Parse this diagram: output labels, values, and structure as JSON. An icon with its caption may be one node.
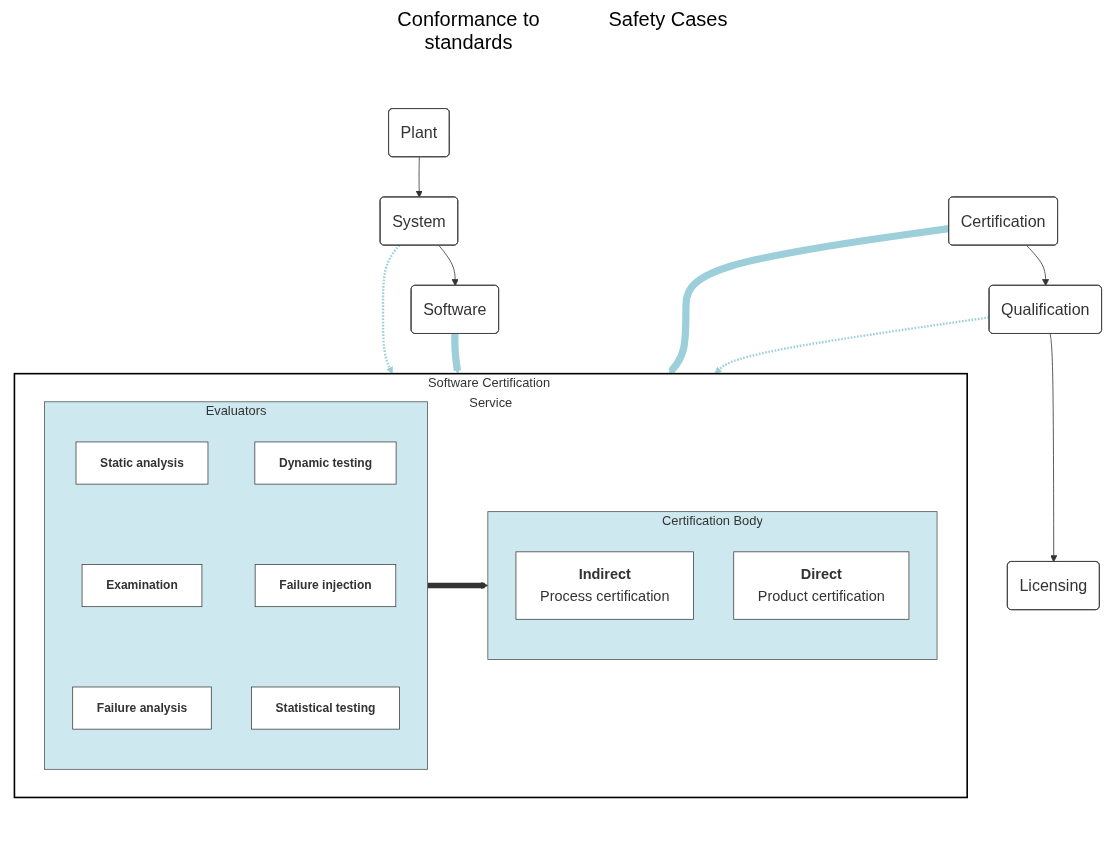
{
  "diagram": {
    "nodes": [
      {
        "text": [
          "Software Certification Service"
        ]
      },
      {
        "text": [
          "Licensing"
        ]
      },
      {
        "text": [
          "Plant"
        ]
      },
      {
        "text": [
          "Certification Body"
        ],
        "in": 0
      },
      {
        "text": [
          "Indirect",
          "Process certification"
        ],
        "in": 3
      },
      {
        "text": [
          "Direct",
          "Product certification"
        ],
        "in": 3
      },
      {
        "text": [
          "Qualification"
        ]
      },
      {
        "text": [
          "System"
        ]
      },
      {
        "text": [
          "Evaluators"
        ],
        "in": 0
      },
      {
        "text": [
          "Static analysis"
        ],
        "in": 8
      },
      {
        "text": [
          "Dynamic testing"
        ],
        "in": 8
      },
      {
        "text": [
          "Examination"
        ],
        "in": 8
      },
      {
        "text": [
          "Failure injection"
        ],
        "in": 8
      },
      {
        "text": [
          "Failure analysis"
        ],
        "in": 8
      },
      {
        "text": [
          "Statistical testing"
        ],
        "in": 8
      },
      {
        "text": [
          "Certification"
        ]
      },
      {
        "text": [
          "Software"
        ]
      }
    ],
    "edges": [
      {
        "from": 6,
        "to": 1,
        "arrow": "to"
      },
      {
        "from": 2,
        "to": 7,
        "arrow": "to"
      },
      {
        "from": 6,
        "to": 0,
        "arrow": "to",
        "style": "dashed",
        "color": "#9ccfda"
      },
      {
        "from": 7,
        "to": 0,
        "arrow": "to",
        "style": "dashed",
        "color": "#9ccfda"
      },
      {
        "from": 8,
        "to": 3,
        "arrow": "to",
        "style": "thick"
      },
      {
        "from": 15,
        "to": 6,
        "arrow": "to"
      },
      {
        "from": 7,
        "to": 16,
        "arrow": "to"
      },
      {
        "from": 15,
        "to": 0,
        "arrow": "to",
        "style": "thick",
        "color": "#9ccfda"
      },
      {
        "from": 16,
        "to": 0,
        "arrow": "to",
        "style": "thick",
        "color": "#9ccfda"
      }
    ],
    "labels": [
      "Conformance to standards",
      "Safety Cases"
    ]
  }
}
